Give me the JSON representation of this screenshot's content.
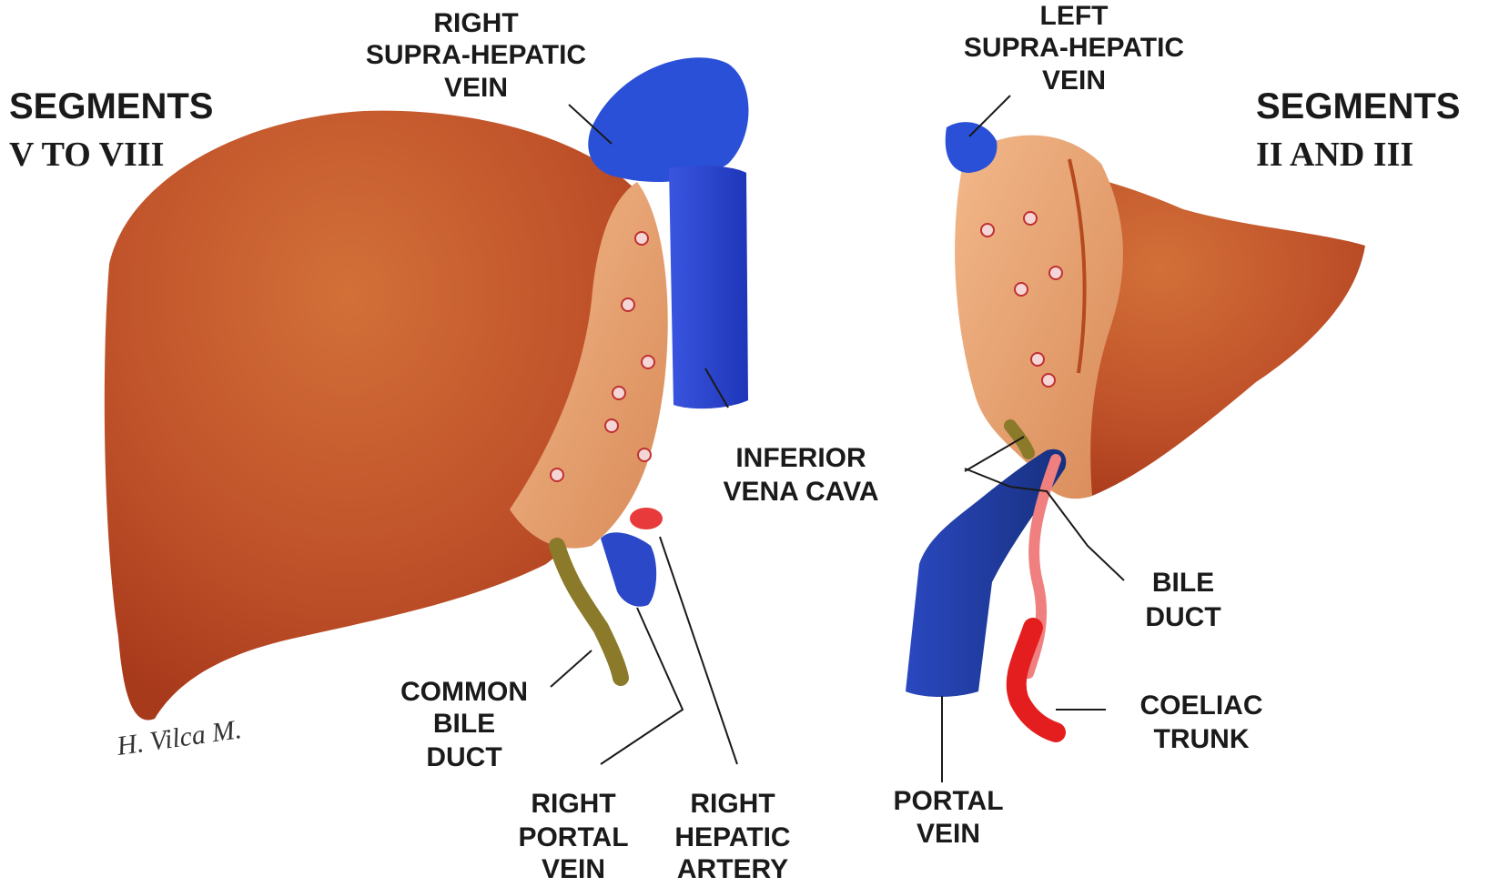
{
  "segments_left": {
    "line1": "SEGMENTS",
    "line2": "V TO VIII"
  },
  "segments_right": {
    "line1": "SEGMENTS",
    "line2": "II AND III"
  },
  "labels": {
    "right_supra_hepatic_vein": [
      "RIGHT",
      "SUPRA-HEPATIC",
      "VEIN"
    ],
    "left_supra_hepatic_vein": [
      "LEFT",
      "SUPRA-HEPATIC",
      "VEIN"
    ],
    "inferior_vena_cava": [
      "INFERIOR",
      "VENA CAVA"
    ],
    "common_bile_duct": [
      "COMMON",
      "BILE",
      "DUCT"
    ],
    "right_portal_vein": [
      "RIGHT",
      "PORTAL",
      "VEIN"
    ],
    "right_hepatic_artery": [
      "RIGHT",
      "HEPATIC",
      "ARTERY"
    ],
    "bile_duct": [
      "BILE",
      "DUCT"
    ],
    "coeliac_trunk": [
      "COELIAC",
      "TRUNK"
    ],
    "portal_vein": [
      "PORTAL",
      "VEIN"
    ]
  },
  "signature": "H. Vilca M.",
  "colors": {
    "liver": "#c85a2a",
    "liver_dark": "#a8401c",
    "liver_pale": "#e8a070",
    "vein_blue": "#2a45c8",
    "portal_blue": "#1e3a9a",
    "artery_red": "#e02020",
    "artery_pink": "#f08080",
    "bile_olive": "#8a7a2a"
  }
}
